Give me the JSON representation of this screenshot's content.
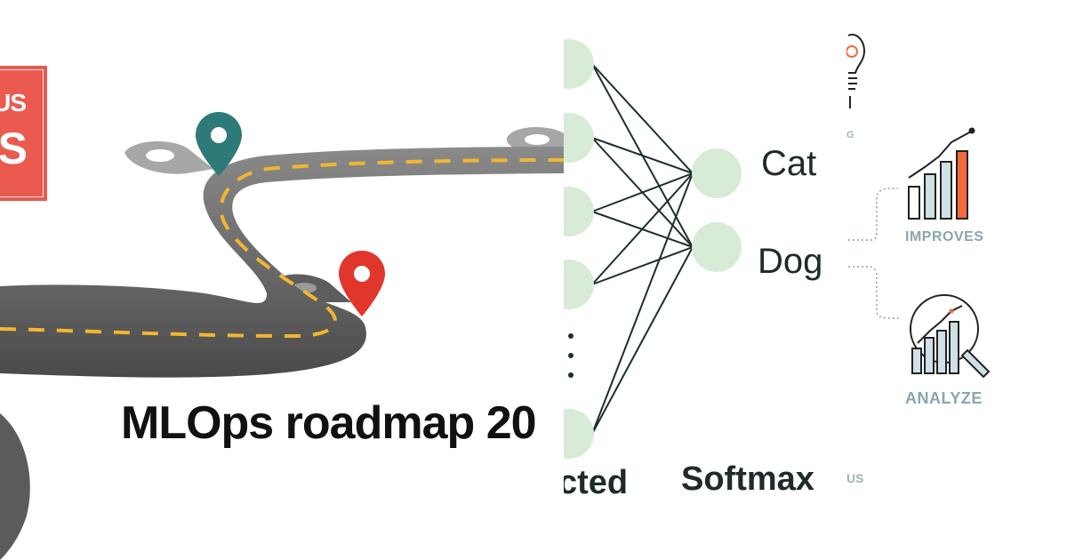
{
  "roadmap_panel": {
    "badge": {
      "line1": "US",
      "line2": "S"
    },
    "title": "MLOps roadmap 20",
    "colors": {
      "road": "#6f6f6f",
      "dash": "#f2b630",
      "pin_teal": "#2e7a78",
      "pin_red": "#e1362c",
      "badge": "#ea5a4f"
    }
  },
  "nn_panel": {
    "outputs": [
      "Cat",
      "Dog"
    ],
    "layer_labels": {
      "hidden": "cted",
      "output": "Softmax"
    },
    "colors": {
      "node": "#d7ebd6",
      "edge": "#1c2e2e"
    }
  },
  "cycle_panel": {
    "stages": [
      "IMPROVES",
      "ANALYZE"
    ],
    "fragments": {
      "top": "G",
      "bottom": "US"
    },
    "icons": [
      "lightbulb-icon",
      "bar-chart-growth-icon",
      "magnifier-chart-icon"
    ],
    "colors": {
      "label": "#8aa6ad",
      "accent": "#f26a3d",
      "bar": "#cfe0e6",
      "dotted": "#7fa2a8"
    }
  }
}
